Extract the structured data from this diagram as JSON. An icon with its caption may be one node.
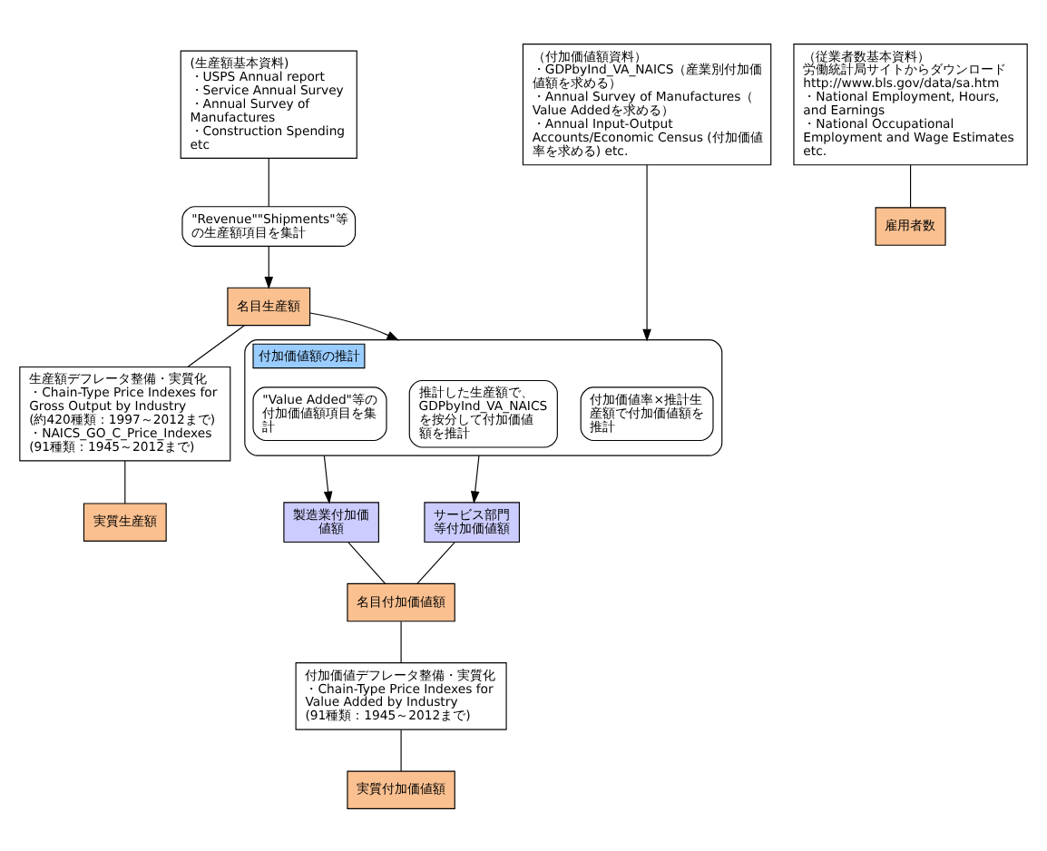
{
  "diagram": {
    "nodes": [
      {
        "text": [
          "(生産額基本資料)",
          "・USPS Annual report",
          "・Service Annual Survey",
          "・Annual Survey of Manufactures",
          "・Construction Spending etc"
        ]
      },
      {
        "text": [
          "（付加価値額資料）",
          "・GDPbyInd_VA_NAICS（産業別付加価値額を求める）",
          "・Annual Survey of Manufactures（Value Addedを求める）",
          "・Annual Input-Output Accounts/Economic Census (付加価値率を求める) etc."
        ]
      },
      {
        "text": [
          "（従業者数基本資料）",
          "労働統計局サイトからダウンロード",
          "http://www.bls.gov/data/sa.htm",
          "・National Employment, Hours, and Earnings",
          "・National Occupational Employment and Wage Estimates etc."
        ]
      },
      {
        "text": [
          "\"Revenue\"\"Shipments\"等の生産額項目を集計"
        ]
      },
      {
        "text": [
          "付加価値額の推計"
        ]
      },
      {
        "text": [
          "推計した生産額で、GDPbyInd_VA_NAICSを按分して付加価値額を推計"
        ],
        "in": 4
      },
      {
        "text": [
          "付加価値率×推計生産額で付加価値額を推計"
        ],
        "in": 4
      },
      {
        "text": [
          "\"Value Added\"等の付加価値額項目を集計"
        ],
        "in": 4
      },
      {
        "text": [
          "名目生産額"
        ]
      },
      {
        "text": [
          "サービス部門等付加価値額"
        ]
      },
      {
        "text": [
          "製造業付加価値額"
        ]
      },
      {
        "text": [
          "生産額デフレータ整備・実質化",
          "・Chain-Type Price Indexes for Gross Output by Industry",
          "(約420種類：1997～2012まで)",
          "・NAICS_GO_C_Price_Indexes",
          "(91種類：1945～2012まで)"
        ]
      },
      {
        "text": [
          "名目付加価値額"
        ]
      },
      {
        "text": [
          "付加価値デフレータ整備・実質化",
          "・Chain-Type Price Indexes for Value Added by Industry",
          "(91種類：1945～2012まで)"
        ]
      },
      {
        "text": [
          "実質生産額"
        ]
      },
      {
        "text": [
          "実質付加価値額"
        ]
      },
      {
        "text": [
          "雇用者数"
        ]
      }
    ],
    "edges": [
      {
        "from": 0,
        "to": 3,
        "arrow": "none"
      },
      {
        "from": 3,
        "to": 8,
        "arrow": "to"
      },
      {
        "from": 1,
        "to": 4,
        "arrow": "to"
      },
      {
        "from": 8,
        "to": 4,
        "arrow": "to"
      },
      {
        "from": 4,
        "to": 9,
        "arrow": "to"
      },
      {
        "from": 4,
        "to": 10,
        "arrow": "to"
      },
      {
        "from": 9,
        "to": 12,
        "arrow": "none"
      },
      {
        "from": 10,
        "to": 12,
        "arrow": "none"
      },
      {
        "from": 8,
        "to": 11,
        "arrow": "none"
      },
      {
        "from": 11,
        "to": 14,
        "arrow": "none"
      },
      {
        "from": 12,
        "to": 13,
        "arrow": "none"
      },
      {
        "from": 13,
        "to": 15,
        "arrow": "none"
      },
      {
        "from": 2,
        "to": 16,
        "arrow": "none"
      }
    ]
  }
}
